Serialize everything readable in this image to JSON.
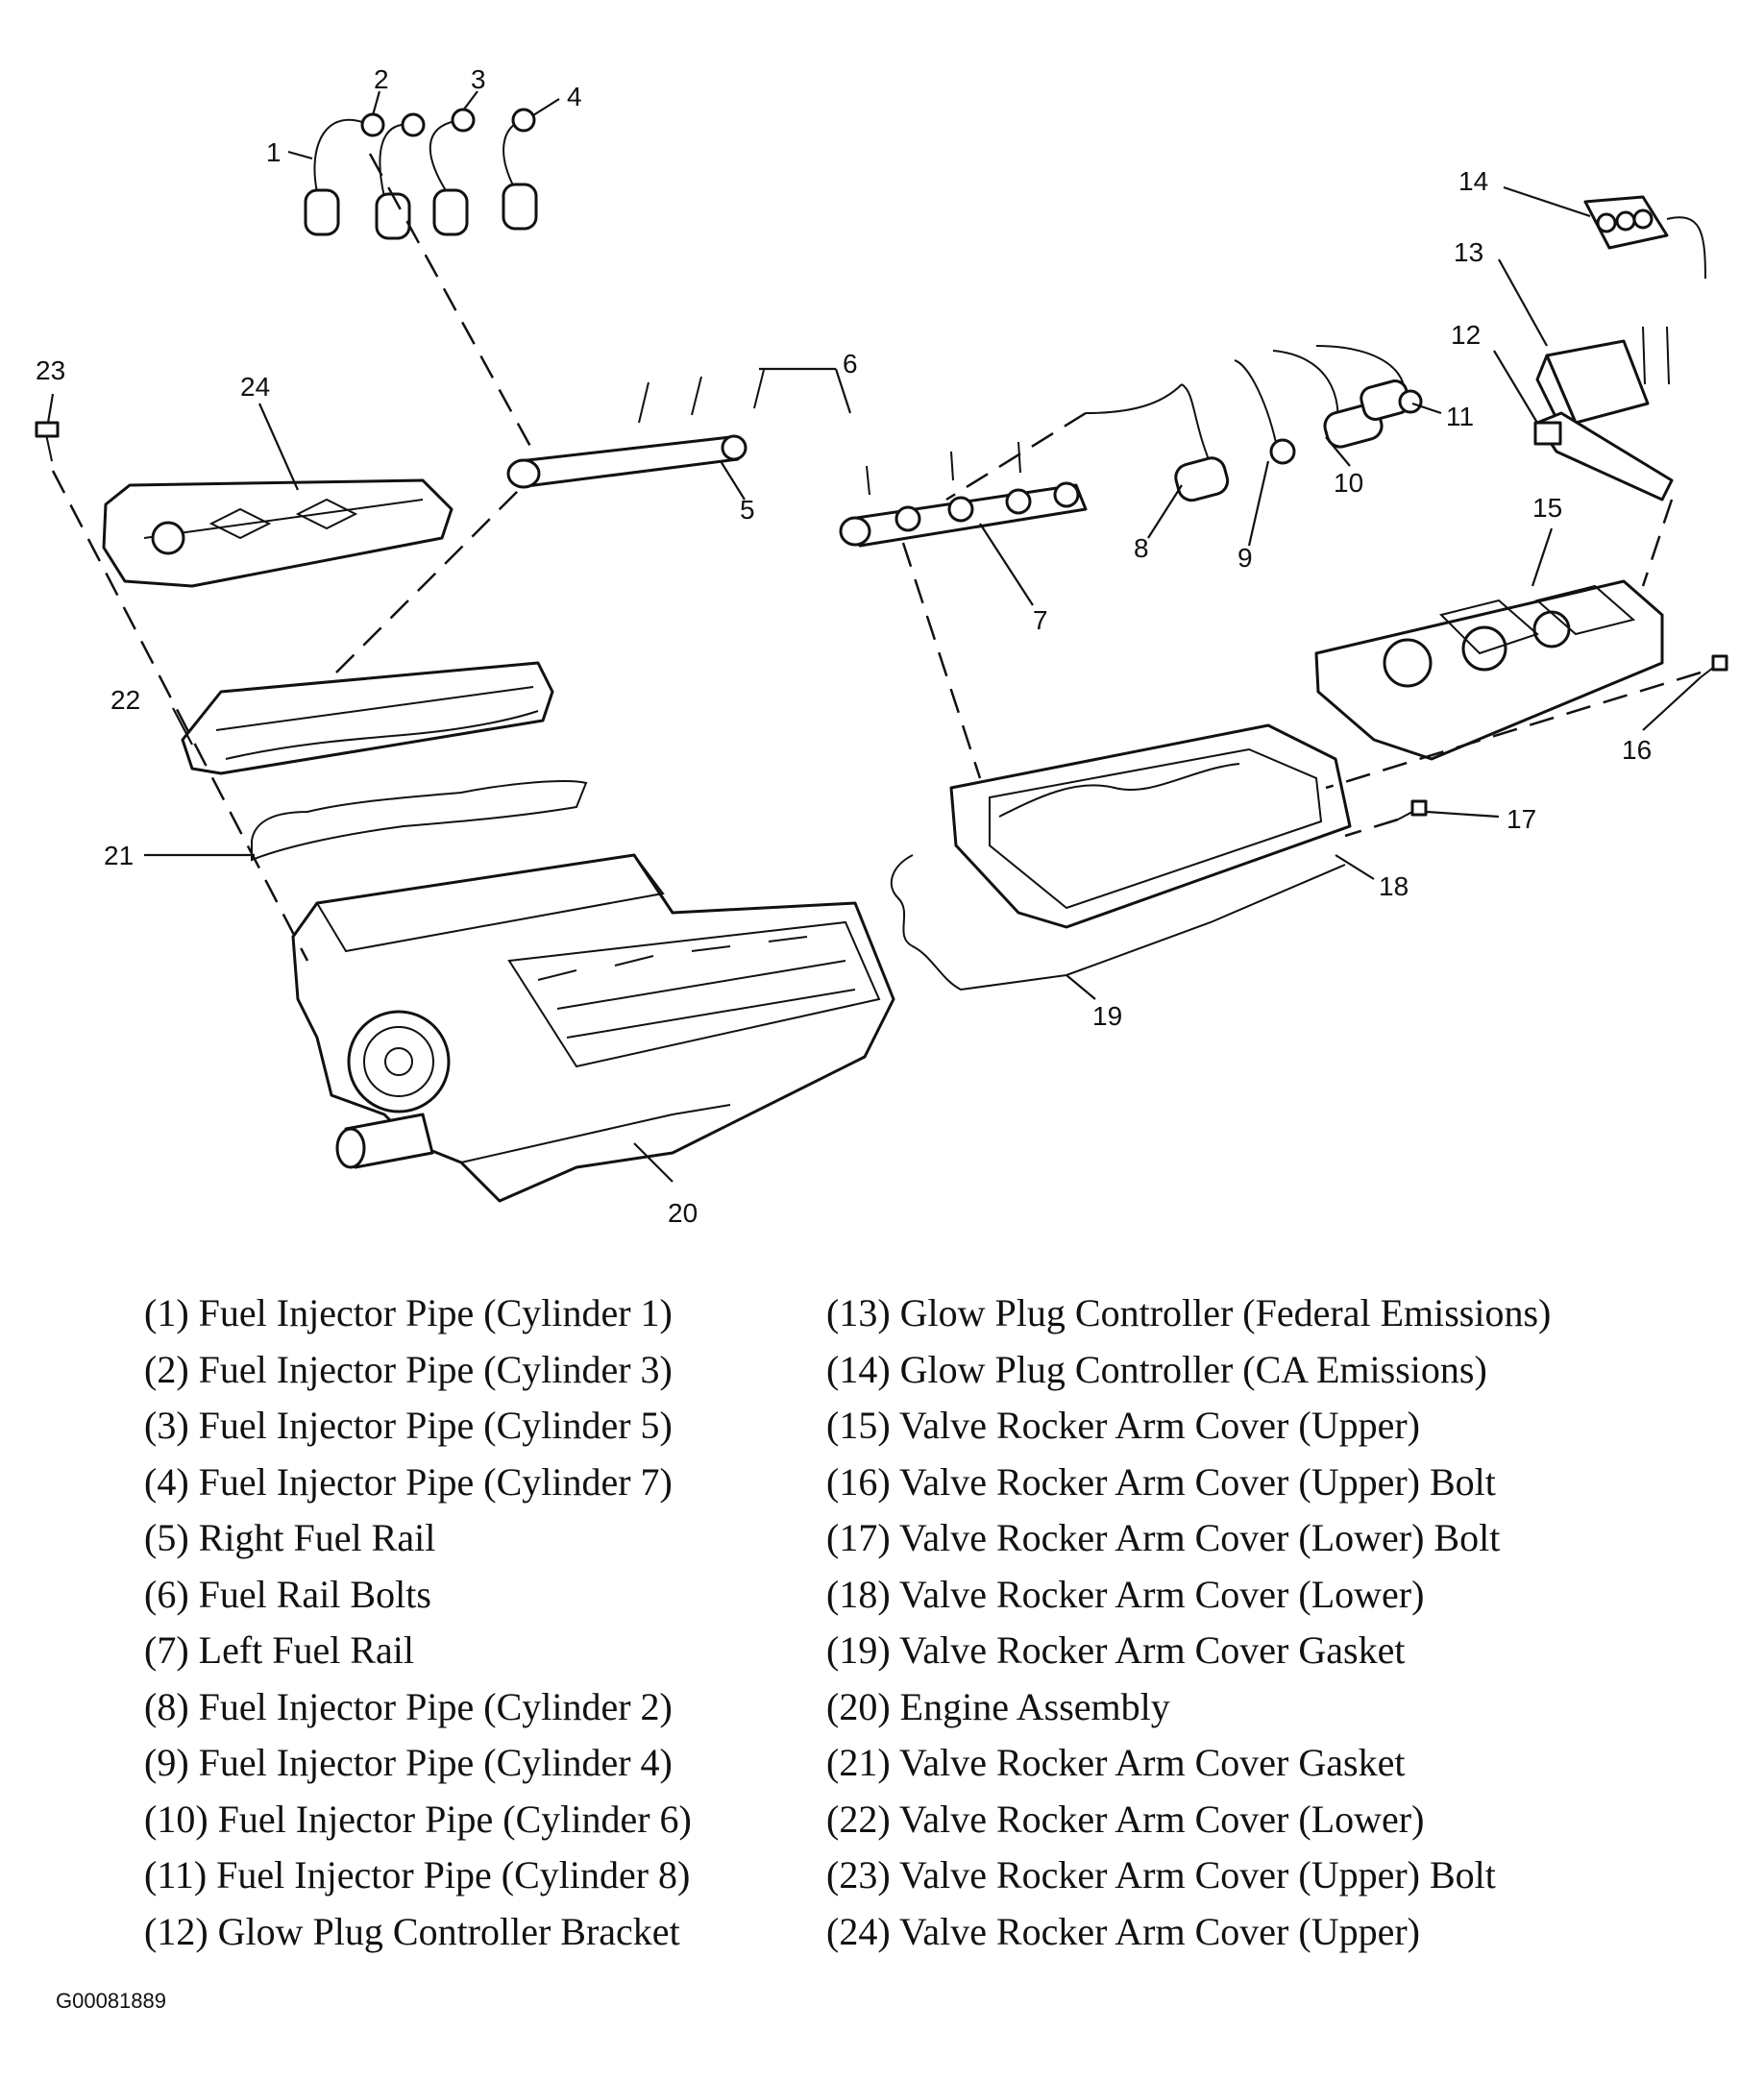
{
  "callouts": [
    "1",
    "2",
    "3",
    "4",
    "5",
    "6",
    "7",
    "8",
    "9",
    "10",
    "11",
    "12",
    "13",
    "14",
    "15",
    "16",
    "17",
    "18",
    "19",
    "20",
    "21",
    "22",
    "23",
    "24"
  ],
  "legend": {
    "left": [
      "(1)  Fuel Injector Pipe (Cylinder 1)",
      "(2)  Fuel Injector Pipe (Cylinder 3)",
      "(3)  Fuel Injector Pipe (Cylinder 5)",
      "(4)  Fuel Injector Pipe (Cylinder 7)",
      "(5)  Right Fuel Rail",
      "(6)  Fuel Rail Bolts",
      "(7)  Left Fuel Rail",
      "(8)  Fuel Injector Pipe (Cylinder 2)",
      "(9)  Fuel Injector Pipe (Cylinder 4)",
      "(10) Fuel Injector Pipe (Cylinder 6)",
      "(11) Fuel Injector Pipe (Cylinder 8)",
      "(12) Glow Plug Controller Bracket"
    ],
    "right": [
      "(13) Glow Plug Controller (Federal Emissions)",
      "(14) Glow Plug Controller (CA Emissions)",
      "(15) Valve Rocker Arm Cover (Upper)",
      "(16) Valve Rocker Arm Cover (Upper) Bolt",
      "(17) Valve Rocker Arm Cover (Lower) Bolt",
      "(18) Valve Rocker Arm Cover (Lower)",
      "(19) Valve Rocker Arm Cover Gasket",
      "(20) Engine Assembly",
      "(21) Valve Rocker Arm Cover Gasket",
      "(22) Valve Rocker Arm Cover (Lower)",
      "(23) Valve Rocker Arm Cover (Upper) Bolt",
      "(24) Valve Rocker Arm Cover (Upper)"
    ]
  },
  "figure_code": "G00081889"
}
